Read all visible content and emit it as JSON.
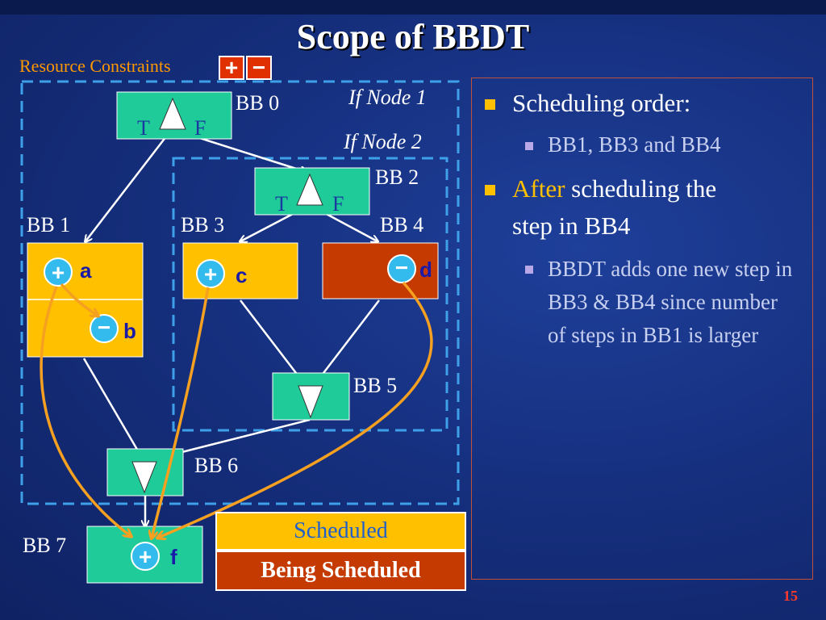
{
  "slide": {
    "title": "Scope of  BBDT",
    "resource_constraints": {
      "label": "Resource Constraints",
      "plus": "+",
      "minus": "−"
    },
    "page_number": "15"
  },
  "diagram": {
    "if_node_1": "If Node 1",
    "if_node_2": "If Node 2",
    "blocks": {
      "bb0": {
        "label": "BB 0",
        "t": "T",
        "f": "F"
      },
      "bb1": {
        "label": "BB 1",
        "op1": {
          "symbol": "+",
          "var": "a"
        },
        "op2": {
          "symbol": "−",
          "var": "b"
        }
      },
      "bb2": {
        "label": "BB 2",
        "t": "T",
        "f": "F"
      },
      "bb3": {
        "label": "BB 3",
        "op1": {
          "symbol": "+",
          "var": "c"
        }
      },
      "bb4": {
        "label": "BB 4",
        "op1": {
          "symbol": "−",
          "var": "d"
        }
      },
      "bb5": {
        "label": "BB 5"
      },
      "bb6": {
        "label": "BB 6"
      },
      "bb7": {
        "label": "BB 7",
        "op1": {
          "symbol": "+",
          "var": "f"
        }
      }
    },
    "colors": {
      "block_green": "#1fcc99",
      "scheduled_yellow": "#ffc000",
      "being_scheduled_red": "#c43a00",
      "op_circle": "#33bbee",
      "dependency_orange": "#f5a020",
      "dashed_boundary": "#3ea0e8"
    }
  },
  "legend": {
    "scheduled": "Scheduled",
    "being_scheduled": "Being Scheduled"
  },
  "text_panel": {
    "b1": "Scheduling order:",
    "b1_sub": "BB1, BB3 and BB4",
    "b2_accent": "After",
    "b2_rest": " scheduling the",
    "b2_line2": "step in BB4",
    "b2_sub": "BBDT adds one new step in BB3 & BB4 since number of steps in BB1 is larger"
  }
}
